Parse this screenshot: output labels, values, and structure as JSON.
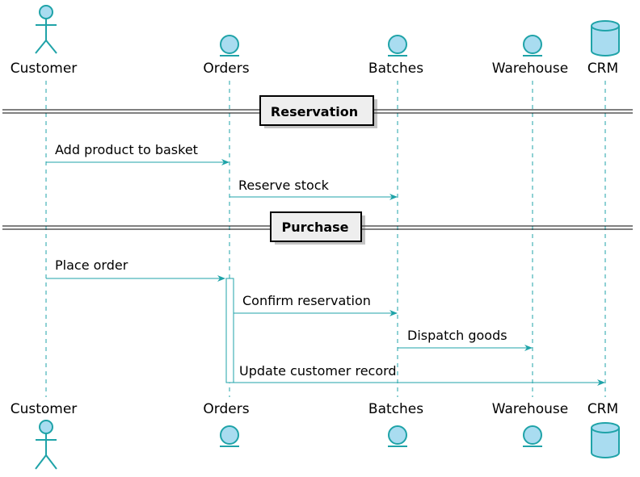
{
  "colors": {
    "line": "#1fa3a8",
    "participant_fill": "#a9dcf0",
    "participant_stroke": "#1fa3a8",
    "separator_fill": "#eeeeee",
    "separator_stroke": "#000000"
  },
  "participants": [
    {
      "id": "customer",
      "label": "Customer",
      "shape": "actor"
    },
    {
      "id": "orders",
      "label": "Orders",
      "shape": "entity"
    },
    {
      "id": "batches",
      "label": "Batches",
      "shape": "entity"
    },
    {
      "id": "warehouse",
      "label": "Warehouse",
      "shape": "entity"
    },
    {
      "id": "crm",
      "label": "CRM",
      "shape": "database"
    }
  ],
  "separators": [
    {
      "label": "Reservation"
    },
    {
      "label": "Purchase"
    }
  ],
  "messages": [
    {
      "from": "customer",
      "to": "orders",
      "label": "Add product to basket"
    },
    {
      "from": "orders",
      "to": "batches",
      "label": "Reserve stock"
    },
    {
      "from": "customer",
      "to": "orders",
      "label": "Place order"
    },
    {
      "from": "orders",
      "to": "batches",
      "label": "Confirm reservation"
    },
    {
      "from": "batches",
      "to": "warehouse",
      "label": "Dispatch goods"
    },
    {
      "from": "orders",
      "to": "crm",
      "label": "Update customer record"
    }
  ]
}
